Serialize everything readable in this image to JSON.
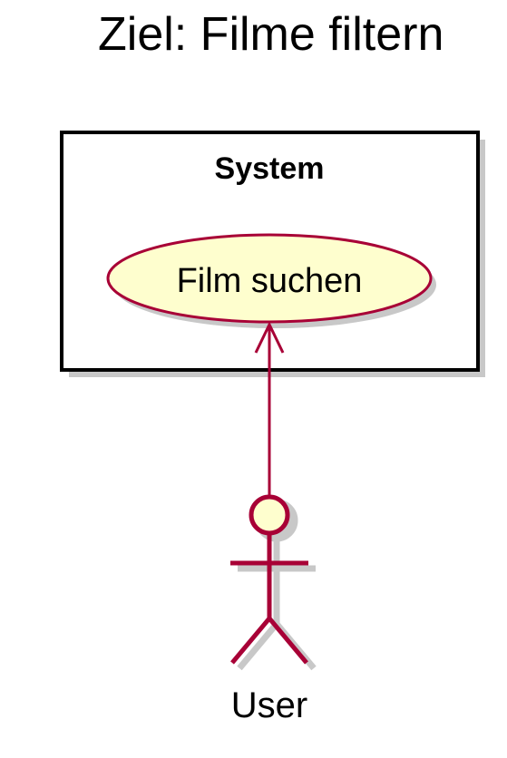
{
  "title": "Ziel: Filme filtern",
  "system": {
    "label": "System"
  },
  "use_case": {
    "label": "Film suchen"
  },
  "actor": {
    "label": "User"
  },
  "colors": {
    "line": "#A80036",
    "use_case_fill": "#FEFECE",
    "actor_fill": "#FEFECE",
    "boundary": "#000000",
    "shadow": "#C8C8C8"
  }
}
